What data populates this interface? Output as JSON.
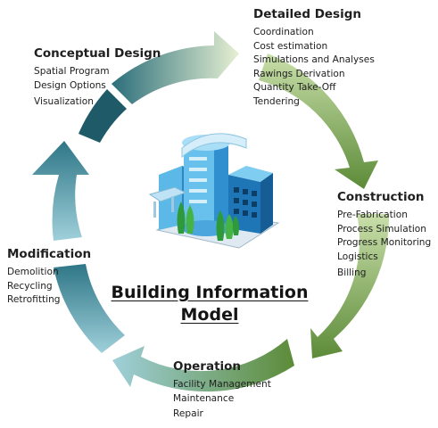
{
  "title": {
    "line1": "Building Information",
    "line2": "Model"
  },
  "phases": {
    "conceptual": {
      "heading": "Conceptual Design",
      "items": [
        "Spatial Program",
        "Design Options",
        "Visualization"
      ]
    },
    "detailed": {
      "heading": "Detailed Design",
      "items": [
        "Coordination",
        "Cost estimation",
        "Simulations and Analyses",
        "Rawings Derivation",
        "Quantity Take-Off",
        "Tendering"
      ]
    },
    "construction": {
      "heading": "Construction",
      "items": [
        "Pre-Fabrication",
        "Process Simulation",
        "Progress Monitoring",
        "Logistics",
        "Billing"
      ]
    },
    "operation": {
      "heading": "Operation",
      "items": [
        "Facility Management",
        "Maintenance",
        "Repair"
      ]
    },
    "modification": {
      "heading": "Modification",
      "items": [
        "Demolition",
        "Recycling",
        "Retrofitting"
      ]
    }
  },
  "colors": {
    "dark_teal": "#1d5866",
    "mid_teal": "#2d7482",
    "light_cyan": "#8ac4d0",
    "pale_green": "#e0ecc9",
    "light_green": "#b5d48c",
    "dark_green": "#5a8a36",
    "building_blue": "#3aa0d8"
  },
  "icons": [
    "cycle-arrow-icon",
    "building-icon"
  ]
}
